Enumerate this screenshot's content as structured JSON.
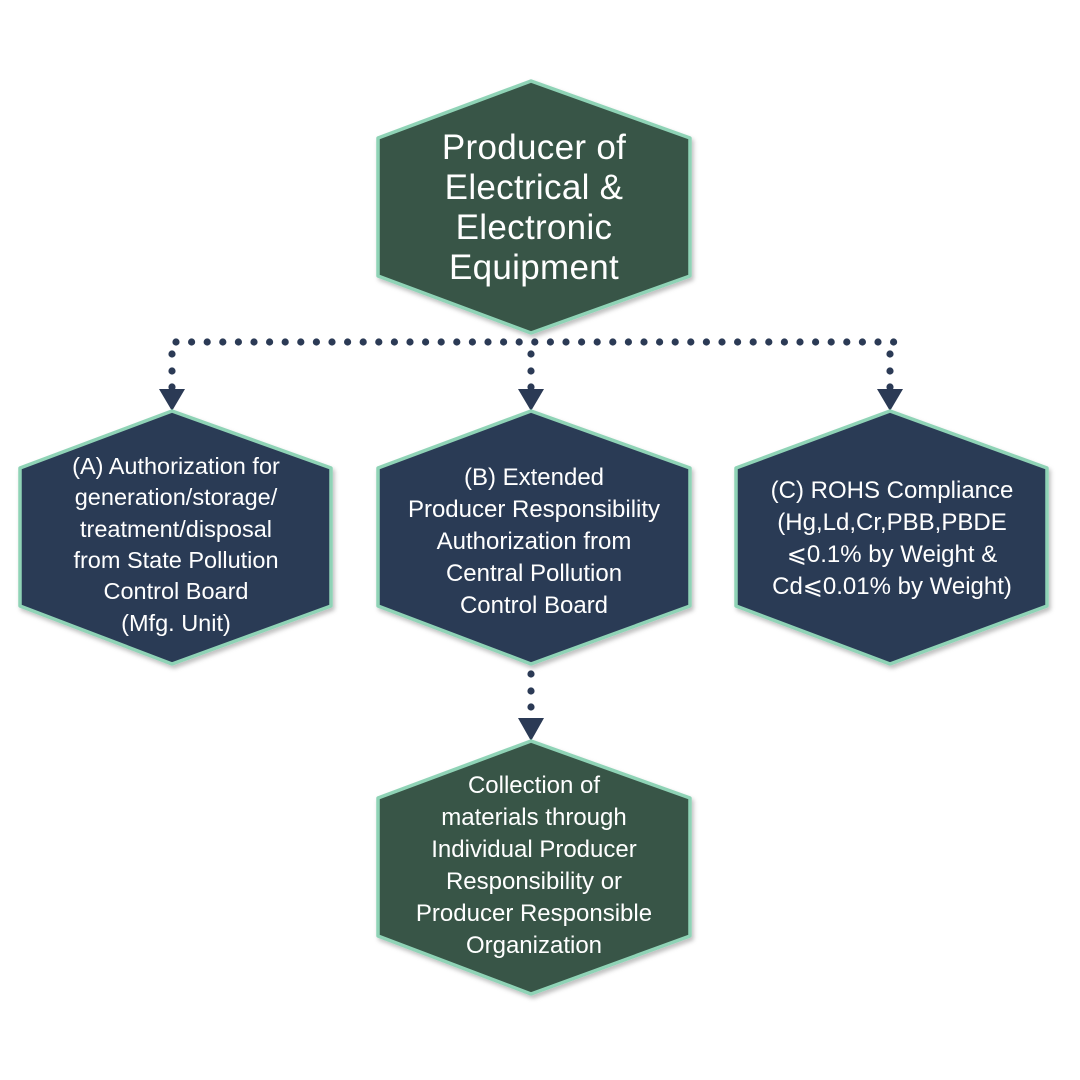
{
  "title": "Producer of Electrical & Electronic Equipment compliance flow",
  "colors": {
    "root_fill": "#375446",
    "branch_fill": "#2b3a55",
    "leaf_fill": "#375446",
    "outline": "#8fd3b6",
    "connector": "#2b3a55",
    "text": "#ffffff"
  },
  "nodes": {
    "root": {
      "lines": [
        "Producer of",
        "Electrical &",
        "Electronic",
        "Equipment"
      ]
    },
    "a": {
      "lines": [
        "(A) Authorization for",
        "generation/storage/",
        "treatment/disposal",
        "from State Pollution",
        "Control Board",
        "(Mfg. Unit)"
      ]
    },
    "b": {
      "lines": [
        "(B) Extended",
        "Producer Responsibility",
        "Authorization from",
        "Central Pollution",
        "Control Board"
      ]
    },
    "c": {
      "lines": [
        "(C) ROHS Compliance",
        "(Hg,Ld,Cr,PBB,PBDE",
        "⩽0.1% by Weight &",
        "Cd⩽0.01% by Weight)"
      ]
    },
    "d": {
      "lines": [
        "Collection of",
        "materials through",
        "Individual Producer",
        "Responsibility or",
        "Producer Responsible",
        "Organization"
      ]
    }
  },
  "edges": [
    {
      "from": "root",
      "to": "a",
      "style": "dotted-arrow"
    },
    {
      "from": "root",
      "to": "b",
      "style": "dotted-arrow"
    },
    {
      "from": "root",
      "to": "c",
      "style": "dotted-arrow"
    },
    {
      "from": "b",
      "to": "d",
      "style": "dotted-arrow"
    }
  ]
}
